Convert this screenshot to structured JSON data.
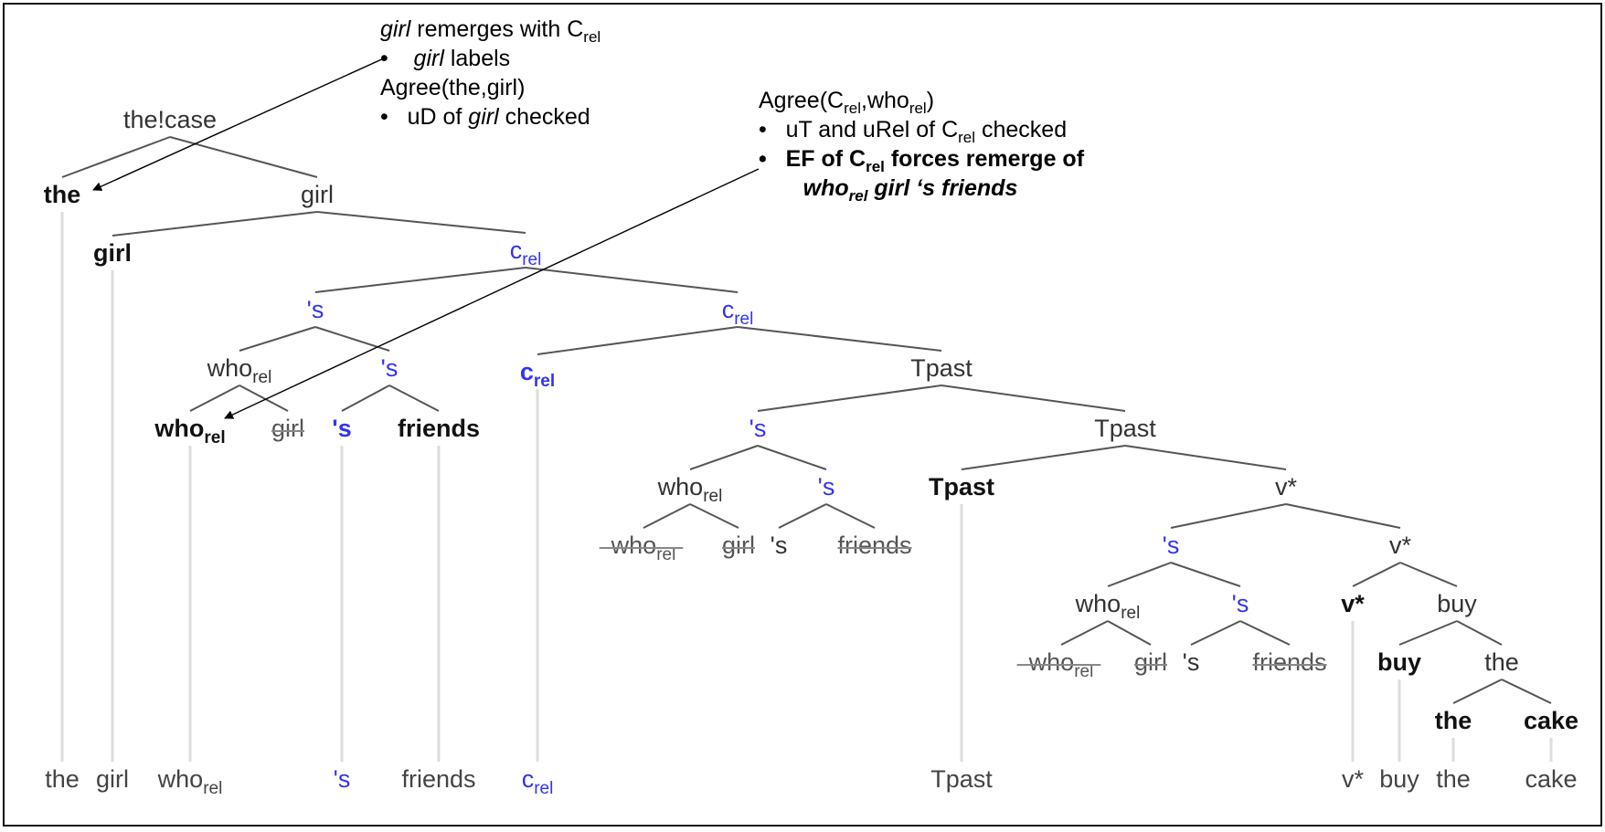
{
  "diagram": {
    "type": "syntax-tree",
    "annotations": [
      {
        "id": "girl-remerge",
        "lines": [
          [
            {
              "t": "girl",
              "i": true
            },
            {
              "t": " remerges with C"
            },
            {
              "t": "rel",
              "sub": true
            }
          ],
          [
            {
              "t": "•    "
            },
            {
              "t": "girl",
              "i": true
            },
            {
              "t": " labels"
            }
          ],
          [
            {
              "t": "Agree(the,girl)"
            }
          ],
          [
            {
              "t": "•   uD of "
            },
            {
              "t": "girl",
              "i": true
            },
            {
              "t": " checked"
            }
          ]
        ],
        "arrow_target": "the"
      },
      {
        "id": "agree-crel",
        "lines": [
          [
            {
              "t": "Agree(C"
            },
            {
              "t": "rel",
              "sub": true
            },
            {
              "t": ",who"
            },
            {
              "t": "rel",
              "sub": true
            },
            {
              "t": ")"
            }
          ],
          [
            {
              "t": "•   uT and uRel of C"
            },
            {
              "t": "rel",
              "sub": true
            },
            {
              "t": " checked"
            }
          ],
          [
            {
              "t": "•   EF of C",
              "b": true
            },
            {
              "t": "rel",
              "sub": true,
              "b": true
            },
            {
              "t": " forces remerge of",
              "b": true
            }
          ],
          [
            {
              "t": "       "
            },
            {
              "t": "who",
              "b": true,
              "i": true
            },
            {
              "t": "rel",
              "sub": true,
              "b": true,
              "i": true
            },
            {
              "t": " girl ‘s friends",
              "b": true,
              "i": true
            }
          ]
        ],
        "arrow_target": "who_rel"
      }
    ],
    "nodes": [
      {
        "id": "n_thecase",
        "label": "the!case",
        "sub": "",
        "style": "normal"
      },
      {
        "id": "n_the1",
        "label": "the",
        "sub": "",
        "style": "bold"
      },
      {
        "id": "n_girl1",
        "label": "girl",
        "sub": "",
        "style": "normal"
      },
      {
        "id": "n_girl2",
        "label": "girl",
        "sub": "",
        "style": "bold"
      },
      {
        "id": "n_crel1",
        "label": "c",
        "sub": "rel",
        "style": "blue"
      },
      {
        "id": "n_s1",
        "label": "'s",
        "sub": "",
        "style": "blue"
      },
      {
        "id": "n_crel2",
        "label": "c",
        "sub": "rel",
        "style": "blue"
      },
      {
        "id": "n_who1",
        "label": "who",
        "sub": "rel",
        "style": "normal"
      },
      {
        "id": "n_s2",
        "label": "'s",
        "sub": "",
        "style": "blue"
      },
      {
        "id": "n_crel3",
        "label": "c",
        "sub": "rel",
        "style": "blue-bold"
      },
      {
        "id": "n_tpast1",
        "label": "Tpast",
        "sub": "",
        "style": "normal"
      },
      {
        "id": "n_who2",
        "label": "who",
        "sub": "rel",
        "style": "bold"
      },
      {
        "id": "n_girl3",
        "label": "girl",
        "sub": "",
        "style": "struck"
      },
      {
        "id": "n_s3",
        "label": "'s",
        "sub": "",
        "style": "blue-bold"
      },
      {
        "id": "n_friends1",
        "label": "friends",
        "sub": "",
        "style": "bold"
      },
      {
        "id": "n_s4",
        "label": "'s",
        "sub": "",
        "style": "blue"
      },
      {
        "id": "n_tpast2",
        "label": "Tpast",
        "sub": "",
        "style": "normal"
      },
      {
        "id": "n_who3",
        "label": "who",
        "sub": "rel",
        "style": "normal"
      },
      {
        "id": "n_s5",
        "label": "'s",
        "sub": "",
        "style": "blue"
      },
      {
        "id": "n_tpast3",
        "label": "Tpast",
        "sub": "",
        "style": "bold"
      },
      {
        "id": "n_v1",
        "label": "v*",
        "sub": "",
        "style": "normal"
      },
      {
        "id": "n_who4",
        "label": "who",
        "sub": "rel",
        "style": "struck"
      },
      {
        "id": "n_girl4",
        "label": "girl",
        "sub": "",
        "style": "struck"
      },
      {
        "id": "n_s6",
        "label": "'s",
        "sub": "",
        "style": "normal"
      },
      {
        "id": "n_friends2",
        "label": "friends",
        "sub": "",
        "style": "struck"
      },
      {
        "id": "n_s7",
        "label": "'s",
        "sub": "",
        "style": "blue"
      },
      {
        "id": "n_v2",
        "label": "v*",
        "sub": "",
        "style": "normal"
      },
      {
        "id": "n_who5",
        "label": "who",
        "sub": "rel",
        "style": "normal"
      },
      {
        "id": "n_s8",
        "label": "'s",
        "sub": "",
        "style": "blue"
      },
      {
        "id": "n_v3",
        "label": "v*",
        "sub": "",
        "style": "bold"
      },
      {
        "id": "n_buy1",
        "label": "buy",
        "sub": "",
        "style": "normal"
      },
      {
        "id": "n_who6",
        "label": "who",
        "sub": "rel",
        "style": "struck"
      },
      {
        "id": "n_girl5",
        "label": "girl",
        "sub": "",
        "style": "struck"
      },
      {
        "id": "n_s9",
        "label": "'s",
        "sub": "",
        "style": "normal"
      },
      {
        "id": "n_friends3",
        "label": "friends",
        "sub": "",
        "style": "struck"
      },
      {
        "id": "n_buy2",
        "label": "buy",
        "sub": "",
        "style": "bold"
      },
      {
        "id": "n_the2",
        "label": "the",
        "sub": "",
        "style": "normal"
      },
      {
        "id": "n_the3",
        "label": "the",
        "sub": "",
        "style": "bold"
      },
      {
        "id": "n_cake1",
        "label": "cake",
        "sub": "",
        "style": "bold"
      }
    ],
    "leaves": [
      {
        "id": "l_the",
        "label": "the",
        "sub": "",
        "style": "leaf"
      },
      {
        "id": "l_girl",
        "label": "girl",
        "sub": "",
        "style": "leaf"
      },
      {
        "id": "l_who",
        "label": "who",
        "sub": "rel",
        "style": "leaf"
      },
      {
        "id": "l_s",
        "label": "'s",
        "sub": "",
        "style": "blue"
      },
      {
        "id": "l_friends",
        "label": "friends",
        "sub": "",
        "style": "leaf"
      },
      {
        "id": "l_crel",
        "label": "c",
        "sub": "rel",
        "style": "blue"
      },
      {
        "id": "l_tpast",
        "label": "Tpast",
        "sub": "",
        "style": "leaf"
      },
      {
        "id": "l_v",
        "label": "v*",
        "sub": "",
        "style": "leaf"
      },
      {
        "id": "l_buy",
        "label": "buy",
        "sub": "",
        "style": "leaf"
      },
      {
        "id": "l_the2",
        "label": "the",
        "sub": "",
        "style": "leaf"
      },
      {
        "id": "l_cake",
        "label": "cake",
        "sub": "",
        "style": "leaf"
      }
    ],
    "edges": [
      [
        "n_thecase",
        "n_the1"
      ],
      [
        "n_thecase",
        "n_girl1"
      ],
      [
        "n_girl1",
        "n_girl2"
      ],
      [
        "n_girl1",
        "n_crel1"
      ],
      [
        "n_crel1",
        "n_s1"
      ],
      [
        "n_crel1",
        "n_crel2"
      ],
      [
        "n_s1",
        "n_who1"
      ],
      [
        "n_s1",
        "n_s2"
      ],
      [
        "n_who1",
        "n_who2"
      ],
      [
        "n_who1",
        "n_girl3"
      ],
      [
        "n_s2",
        "n_s3"
      ],
      [
        "n_s2",
        "n_friends1"
      ],
      [
        "n_crel2",
        "n_crel3"
      ],
      [
        "n_crel2",
        "n_tpast1"
      ],
      [
        "n_tpast1",
        "n_s4"
      ],
      [
        "n_tpast1",
        "n_tpast2"
      ],
      [
        "n_s4",
        "n_who3"
      ],
      [
        "n_s4",
        "n_s5"
      ],
      [
        "n_who3",
        "n_who4"
      ],
      [
        "n_who3",
        "n_girl4"
      ],
      [
        "n_s5",
        "n_s6"
      ],
      [
        "n_s5",
        "n_friends2"
      ],
      [
        "n_tpast2",
        "n_tpast3"
      ],
      [
        "n_tpast2",
        "n_v1"
      ],
      [
        "n_v1",
        "n_s7"
      ],
      [
        "n_v1",
        "n_v2"
      ],
      [
        "n_s7",
        "n_who5"
      ],
      [
        "n_s7",
        "n_s8"
      ],
      [
        "n_who5",
        "n_who6"
      ],
      [
        "n_who5",
        "n_girl5"
      ],
      [
        "n_s8",
        "n_s9"
      ],
      [
        "n_s8",
        "n_friends3"
      ],
      [
        "n_v2",
        "n_v3"
      ],
      [
        "n_v2",
        "n_buy1"
      ],
      [
        "n_buy1",
        "n_buy2"
      ],
      [
        "n_buy1",
        "n_the2"
      ],
      [
        "n_the2",
        "n_the3"
      ],
      [
        "n_the2",
        "n_cake1"
      ]
    ],
    "projections": [
      [
        "n_the1",
        "l_the"
      ],
      [
        "n_girl2",
        "l_girl"
      ],
      [
        "n_who2",
        "l_who"
      ],
      [
        "n_s3",
        "l_s"
      ],
      [
        "n_friends1",
        "l_friends"
      ],
      [
        "n_crel3",
        "l_crel"
      ],
      [
        "n_tpast3",
        "l_tpast"
      ],
      [
        "n_v3",
        "l_v"
      ],
      [
        "n_buy2",
        "l_buy"
      ],
      [
        "n_the3",
        "l_the2"
      ],
      [
        "n_cake1",
        "l_cake"
      ]
    ],
    "colors": {
      "text": "#333333",
      "head_blue": "#3333ee",
      "edge": "#555555",
      "projection": "#dddddd",
      "arrow": "#000000",
      "frame": "#111111"
    }
  }
}
